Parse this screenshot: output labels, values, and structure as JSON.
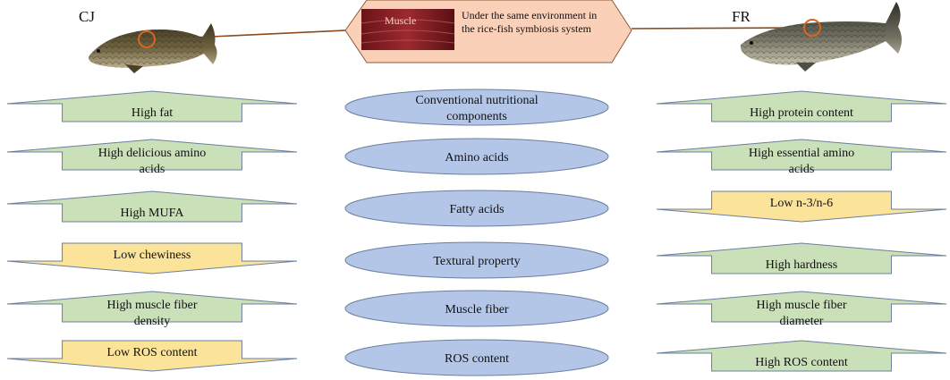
{
  "left_fish": {
    "label": "CJ"
  },
  "right_fish": {
    "label": "FR"
  },
  "top_box": {
    "tissue_label": "Muscle",
    "line1": "Under the same environment in",
    "line2": "the rice-fish symbiosis system"
  },
  "middle": [
    {
      "line1": "Conventional nutritional",
      "line2": "components"
    },
    {
      "line1": "Amino acids"
    },
    {
      "line1": "Fatty acids"
    },
    {
      "line1": "Textural property"
    },
    {
      "line1": "Muscle fiber"
    },
    {
      "line1": "ROS content"
    }
  ],
  "left": [
    {
      "dir": "up",
      "line1": "High fat"
    },
    {
      "dir": "up",
      "line1": "High delicious amino",
      "line2": "acids"
    },
    {
      "dir": "up",
      "line1": "High MUFA"
    },
    {
      "dir": "down",
      "line1": "Low chewiness"
    },
    {
      "dir": "up",
      "line1": "High muscle fiber",
      "line2": "density"
    },
    {
      "dir": "down",
      "line1": "Low ROS content"
    }
  ],
  "right": [
    {
      "dir": "up",
      "line1": "High protein content"
    },
    {
      "dir": "up",
      "line1": "High essential amino",
      "line2": "acids"
    },
    {
      "dir": "down",
      "line1": "Low n-3/n-6"
    },
    {
      "dir": "up",
      "line1": "High hardness"
    },
    {
      "dir": "up",
      "line1": "High muscle fiber",
      "line2": "diameter"
    },
    {
      "dir": "up",
      "line1": "High ROS content"
    }
  ],
  "colors": {
    "up_fill": "#c9e0b8",
    "down_fill": "#fbe39a",
    "ellipse_fill": "#b3c6e7",
    "stroke": "#6b7f9e",
    "top_box_fill": "#fbd0b8",
    "connector": "#8a4a1e",
    "fish_circle": "#d9651e"
  }
}
